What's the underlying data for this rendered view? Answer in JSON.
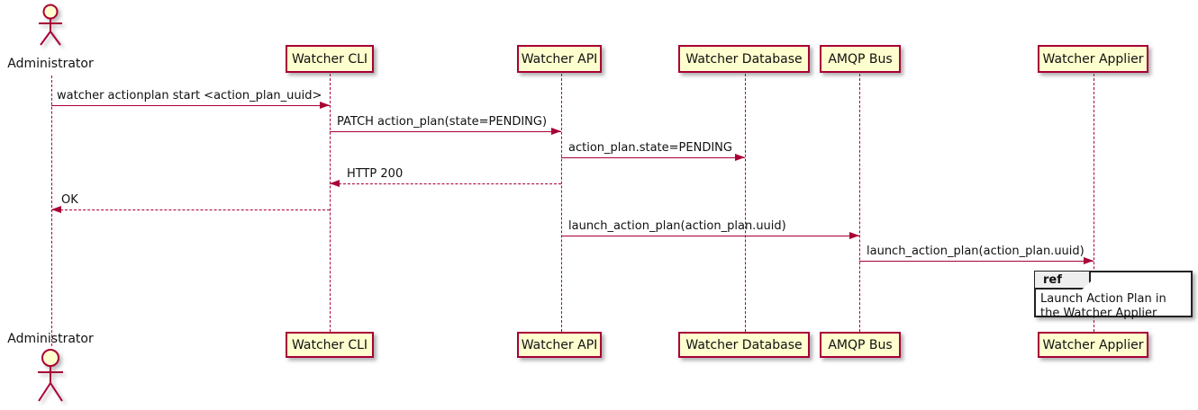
{
  "diagram": {
    "type": "sequence-diagram",
    "colors": {
      "accent": "#A80036",
      "participant_fill": "#FEFECE",
      "lifeline": "#A80036",
      "ref_header_fill": "#EEEEEE",
      "ref_border": "#222222",
      "text": "#111111"
    },
    "actor": {
      "name": "Administrator"
    },
    "participants": [
      {
        "name": "Watcher CLI"
      },
      {
        "name": "Watcher API"
      },
      {
        "name": "Watcher Database"
      },
      {
        "name": "AMQP Bus"
      },
      {
        "name": "Watcher Applier"
      }
    ],
    "messages": [
      {
        "label": "watcher actionplan start <action_plan_uuid>",
        "from": "Administrator",
        "to": "Watcher CLI",
        "line": "solid",
        "direction": "right"
      },
      {
        "label": "PATCH action_plan(state=PENDING)",
        "from": "Watcher CLI",
        "to": "Watcher API",
        "line": "solid",
        "direction": "right"
      },
      {
        "label": "action_plan.state=PENDING",
        "from": "Watcher API",
        "to": "Watcher Database",
        "line": "solid",
        "direction": "right"
      },
      {
        "label": "HTTP 200",
        "from": "Watcher API",
        "to": "Watcher CLI",
        "line": "dashed",
        "direction": "left"
      },
      {
        "label": "OK",
        "from": "Watcher CLI",
        "to": "Administrator",
        "line": "dashed",
        "direction": "left"
      },
      {
        "label": "launch_action_plan(action_plan.uuid)",
        "from": "Watcher API",
        "to": "AMQP Bus",
        "line": "solid",
        "direction": "right"
      },
      {
        "label": "launch_action_plan(action_plan.uuid)",
        "from": "AMQP Bus",
        "to": "Watcher Applier",
        "line": "solid",
        "direction": "right"
      }
    ],
    "ref": {
      "keyword": "ref",
      "text": "Launch Action Plan in the Watcher Applier",
      "over": "Watcher Applier"
    }
  }
}
